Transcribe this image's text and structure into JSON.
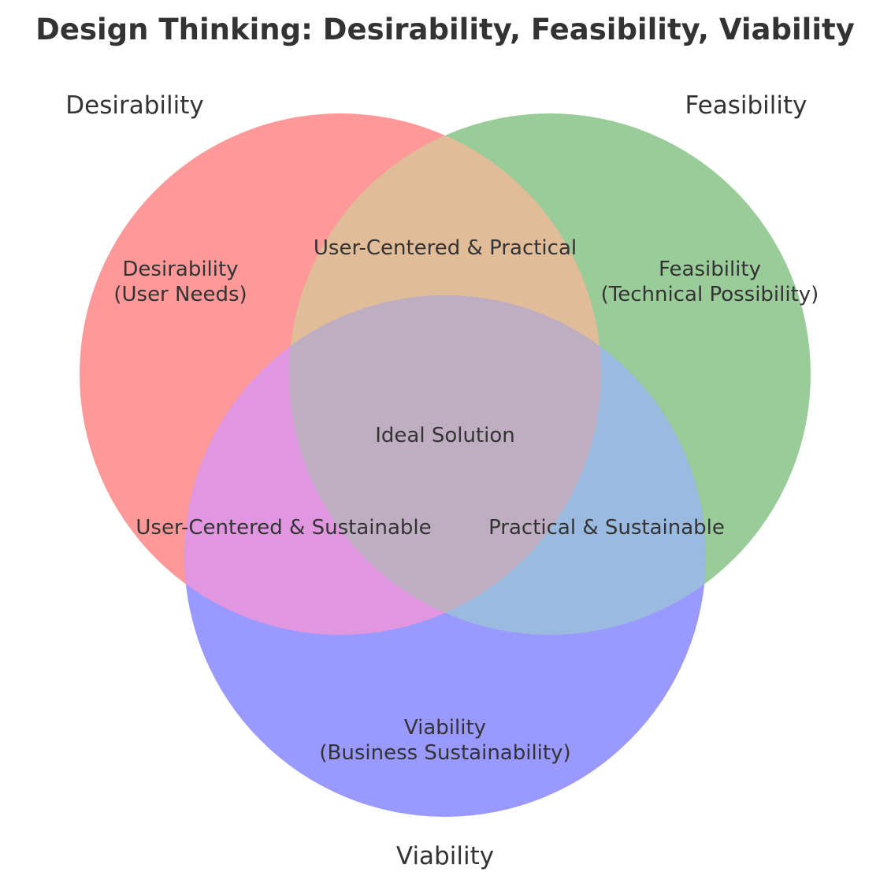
{
  "title": "Design Thinking: Desirability, Feasibility, Viability",
  "sets": [
    {
      "key": "desirability",
      "label": "Desirability",
      "color": "#ff9999"
    },
    {
      "key": "feasibility",
      "label": "Feasibility",
      "color": "#99cc99"
    },
    {
      "key": "viability",
      "label": "Viability",
      "color": "#9999ff"
    }
  ],
  "overlap_colors": {
    "desirability_feasibility": "#e0bc99",
    "desirability_viability": "#e097e0",
    "feasibility_viability": "#9abae0",
    "all": "#bfadc2"
  },
  "regions": {
    "desirability_only": {
      "line1": "Desirability",
      "line2": "(User Needs)"
    },
    "feasibility_only": {
      "line1": "Feasibility",
      "line2": "(Technical Possibility)"
    },
    "viability_only": {
      "line1": "Viability",
      "line2": "(Business Sustainability)"
    },
    "desirability_feasibility": "User-Centered & Practical",
    "desirability_viability": "User-Centered & Sustainable",
    "feasibility_viability": "Practical & Sustainable",
    "center": "Ideal Solution"
  }
}
